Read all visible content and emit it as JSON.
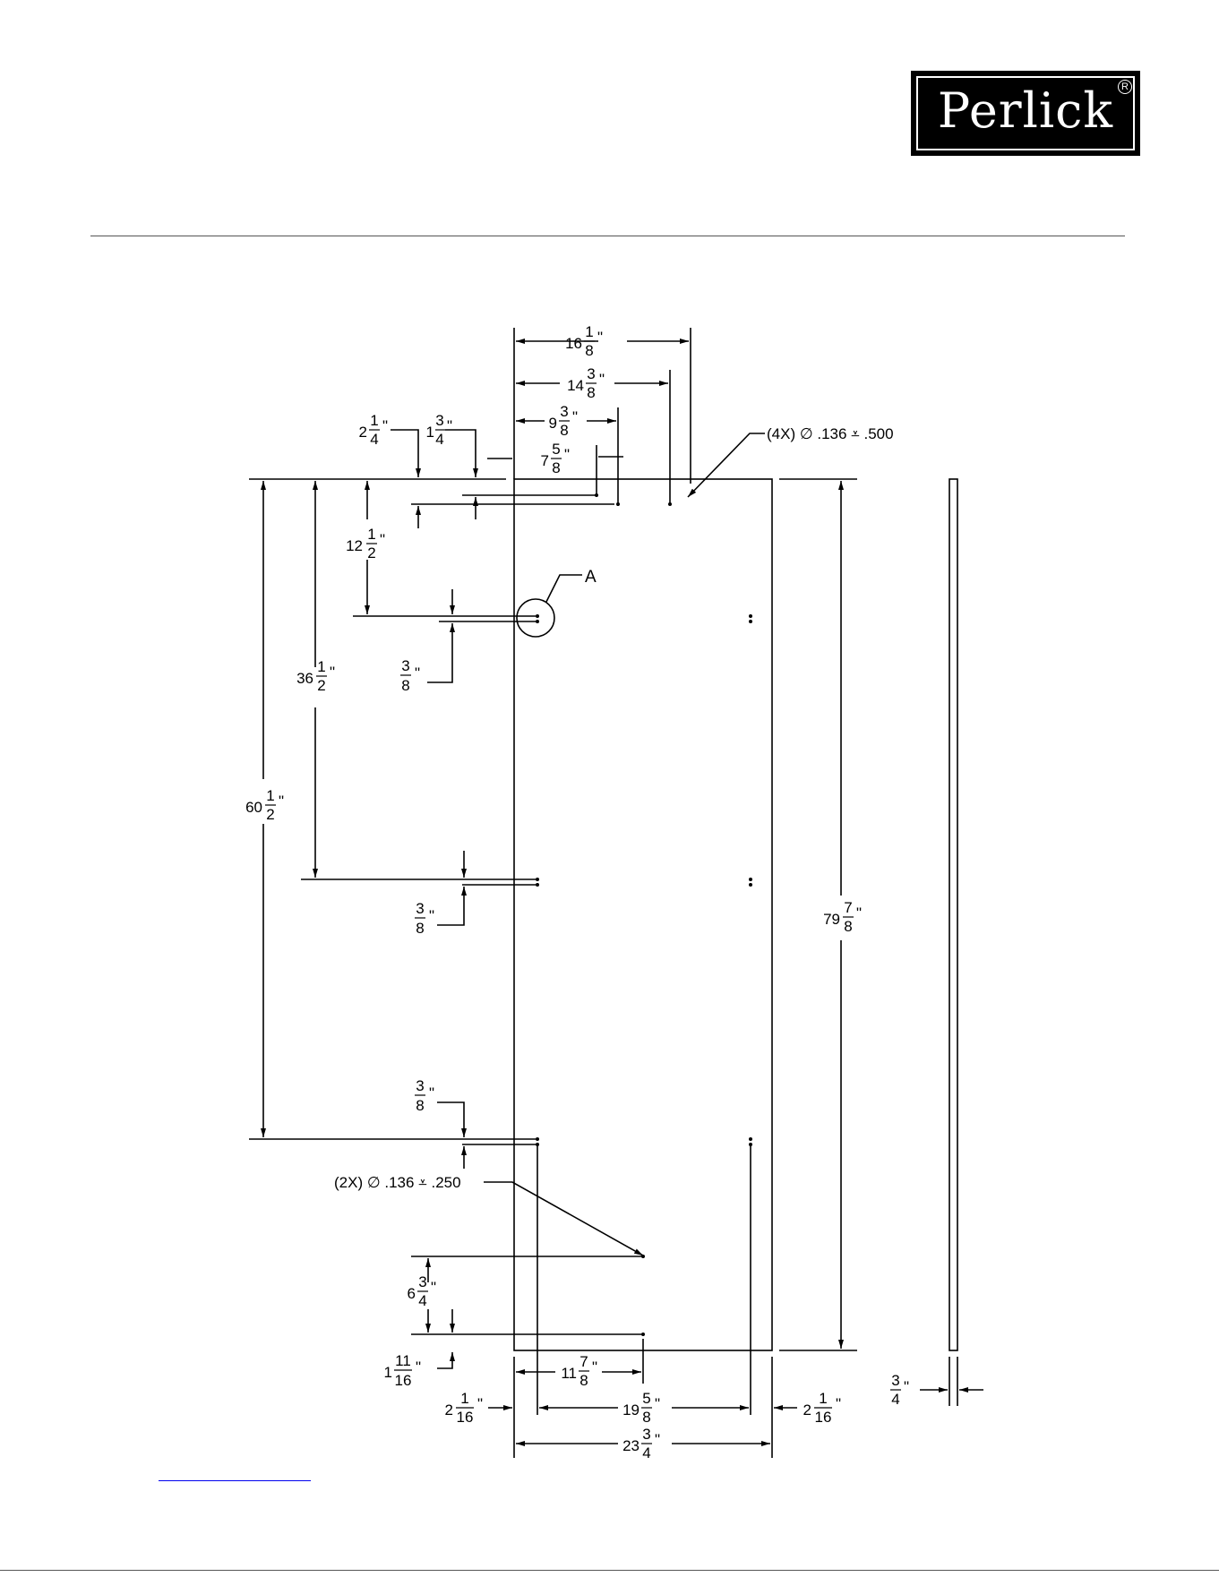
{
  "logo": {
    "brand": "Perlick",
    "registered_mark": "R"
  },
  "drawing": {
    "top_dims": [
      "16",
      "14",
      "9",
      "7"
    ],
    "top_fracs": [
      [
        "1",
        "8"
      ],
      [
        "3",
        "8"
      ],
      [
        "3",
        "8"
      ],
      [
        "5",
        "8"
      ]
    ],
    "left_offsets": [
      {
        "whole": "2",
        "num": "1",
        "den": "4"
      },
      {
        "whole": "1",
        "num": "3",
        "den": "4"
      }
    ],
    "callout_4x": "(4X)  ∅ .136 ⩡ .500",
    "callout_a": "A",
    "dim_12": {
      "whole": "12",
      "num": "1",
      "den": "2"
    },
    "dim_36": {
      "whole": "36",
      "num": "1",
      "den": "2"
    },
    "dim_60": {
      "whole": "60",
      "num": "1",
      "den": "2"
    },
    "dim_79": {
      "whole": "79",
      "num": "7",
      "den": "8"
    },
    "dim_3_8": {
      "num": "3",
      "den": "8"
    },
    "callout_2x": "(2X)  ∅ .136 ⩡ .250",
    "dim_6": {
      "whole": "6",
      "num": "3",
      "den": "4"
    },
    "dim_1_11": {
      "whole": "1",
      "num": "11",
      "den": "16"
    },
    "dim_11": {
      "whole": "11",
      "num": "7",
      "den": "8"
    },
    "dim_19": {
      "whole": "19",
      "num": "5",
      "den": "8"
    },
    "dim_2_16": {
      "whole": "2",
      "num": "1",
      "den": "16"
    },
    "dim_23": {
      "whole": "23",
      "num": "3",
      "den": "4"
    },
    "dim_3_4": {
      "num": "3",
      "den": "4"
    },
    "inch": "\""
  }
}
